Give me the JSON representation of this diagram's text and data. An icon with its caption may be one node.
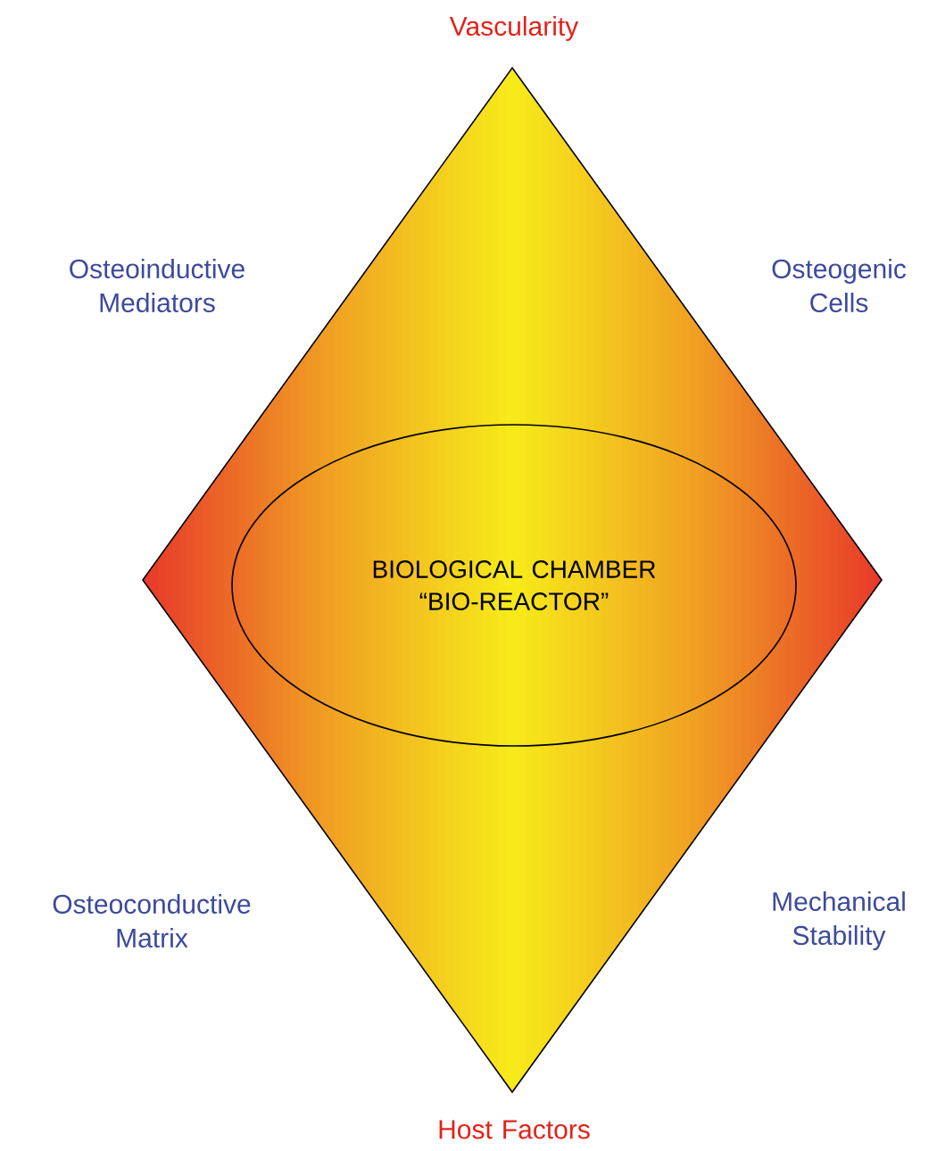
{
  "diagram": {
    "nodes": [
      {
        "text": [],
        "shape": "diamond"
      },
      {
        "text": [
          "BIOLOGICAL CHAMBER “BIO-REACTOR”"
        ],
        "in": 0
      }
    ],
    "edges": [],
    "labels": [
      "Vascularity",
      "Osteoinductive Mediators",
      "Osteogenic Cells",
      "Osteoconductive Matrix",
      "Mechanical Stability",
      "Host Factors"
    ]
  }
}
